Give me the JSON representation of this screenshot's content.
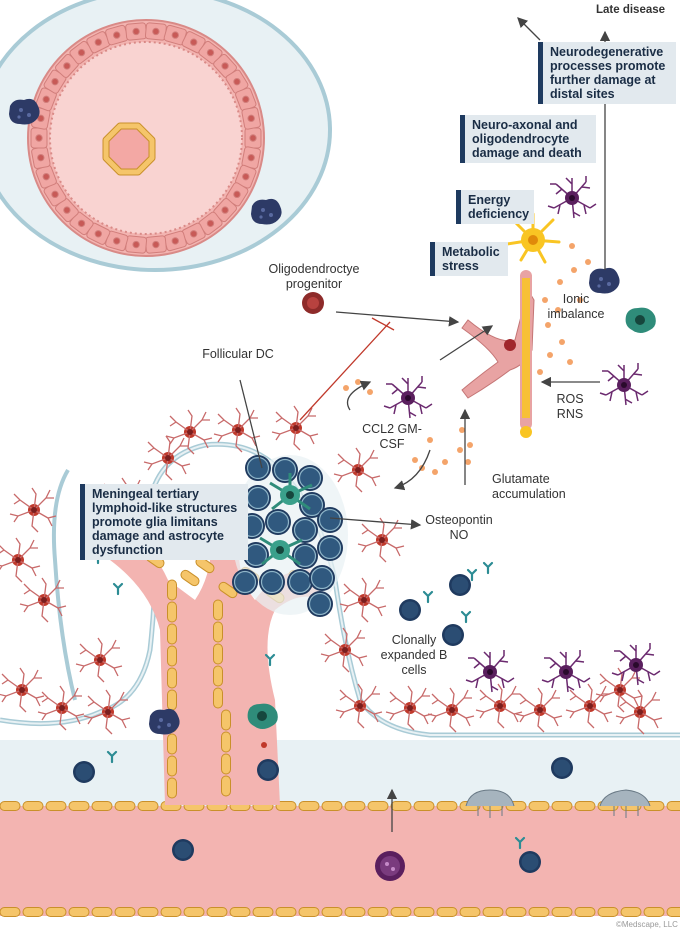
{
  "corner_label": "Late disease",
  "boxes": {
    "neurodegenerative": "Neurodegenerative processes promote further damage at distal sites",
    "neuro_axonal": "Neuro-axonal and oligodendrocyte damage and death",
    "energy": "Energy deficiency",
    "metabolic": "Metabolic stress",
    "meningeal": "Meningeal tertiary lymphoid-like structures promote glia limitans damage and astrocyte dysfunction"
  },
  "labels": {
    "opc": "Oligodendroctye progenitor",
    "follicular_dc": "Follicular DC",
    "ionic": "Ionic imbalance",
    "ros": "ROS RNS",
    "ccl2": "CCL2 GM-CSF",
    "glutamate": "Glutamate accumulation",
    "osteopontin": "Osteopontin NO",
    "bcells": "Clonally expanded B cells"
  },
  "credit": "©Medscape, LLC",
  "colors": {
    "vessel_pink": "#f3b4b1",
    "membrane_blue": "#a9cbd6",
    "endothelial_orange": "#f5c56a",
    "astrocyte_red": "#c0392b",
    "microglia_purple": "#5a1f5e",
    "bcell_navy": "#1f3a5f",
    "oligodendrocyte_yellow": "#f9c523",
    "box_border": "#1e3a5f"
  }
}
